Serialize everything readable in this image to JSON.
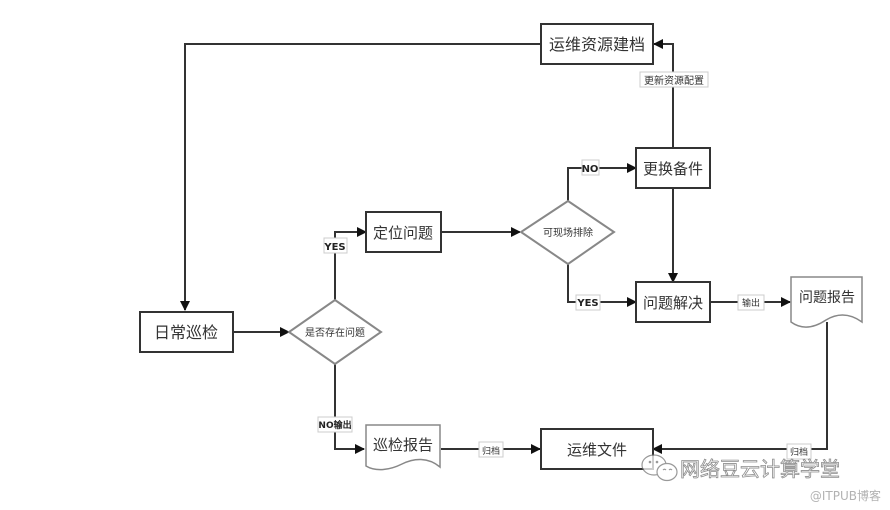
{
  "diagram": {
    "type": "flowchart",
    "nodes": {
      "archive": "运维资源建档",
      "daily": "日常巡检",
      "decision_problem": "是否存在问题",
      "locate": "定位问题",
      "decision_fix": "可现场排除",
      "replace": "更换备件",
      "solve": "问题解决",
      "problem_report": "问题报告",
      "inspect_report": "巡检报告",
      "ops_docs": "运维文件"
    },
    "edge_labels": {
      "update_config": "更新资源配置",
      "yes_locate": "YES",
      "no_replace": "NO",
      "yes_solve": "YES",
      "output_problem": "输出",
      "no_output": "NO输出",
      "archive_inspect": "归档",
      "archive_problem": "归档"
    }
  },
  "watermark": {
    "main": "网络豆云计算学堂",
    "sub": "@ITPUB博客"
  }
}
